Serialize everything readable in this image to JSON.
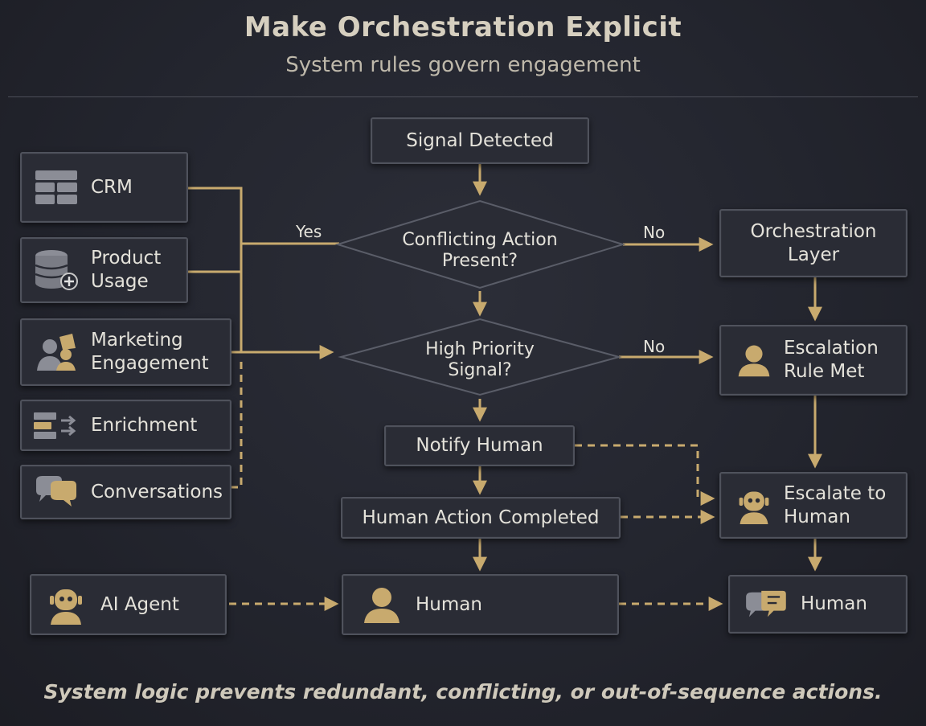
{
  "title": "Make Orchestration Explicit",
  "subtitle": "System rules govern engagement",
  "footer": "System logic prevents redundant, conflicting, or out-of-sequence actions.",
  "colors": {
    "accent": "#c8aa6e",
    "box_bg": "#2a2c35",
    "box_border": "#4f525c",
    "background": "#23252e"
  },
  "sources": [
    {
      "label": "CRM",
      "icon": "table-grid-icon"
    },
    {
      "label": "Product\nUsage",
      "icon": "database-plus-icon"
    },
    {
      "label": "Marketing\nEngagement",
      "icon": "people-megaphone-icon"
    },
    {
      "label": "Enrichment",
      "icon": "list-arrows-icon"
    },
    {
      "label": "Conversations",
      "icon": "chat-bubbles-icon"
    }
  ],
  "nodes": {
    "signal_detected": "Signal Detected",
    "conflicting_action": "Conflicting Action\nPresent?",
    "high_priority": "High Priority\nSignal?",
    "notify_human": "Notify Human",
    "human_action_completed": "Human Action Completed",
    "orchestration_layer": "Orchestration\nLayer",
    "escalation_rule_met": "Escalation\nRule Met",
    "escalate_to_human": "Escalate to\nHuman",
    "ai_agent": "AI Agent",
    "human_center": "Human",
    "human_right": "Human"
  },
  "edge_labels": {
    "yes": "Yes",
    "no_top": "No",
    "no_bottom": "No"
  }
}
